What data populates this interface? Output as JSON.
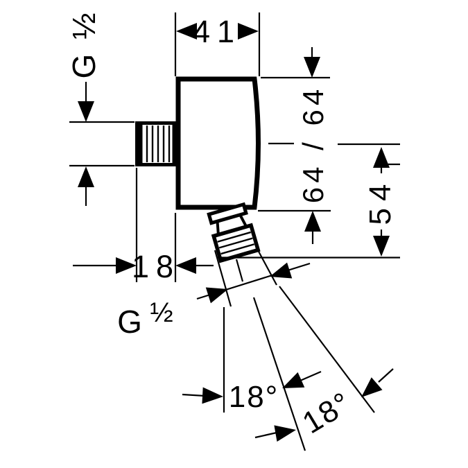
{
  "drawing": {
    "colors": {
      "ink": "#000000",
      "paper": "#ffffff"
    },
    "dims": {
      "width": "41",
      "height_split": "64 / 64",
      "drop": "54",
      "depth": "18",
      "inlet_thread": "G ½",
      "outlet_thread_g": "G",
      "outlet_thread_fraction": "½",
      "angle_inner": "18°",
      "angle_outer": "18°"
    }
  }
}
